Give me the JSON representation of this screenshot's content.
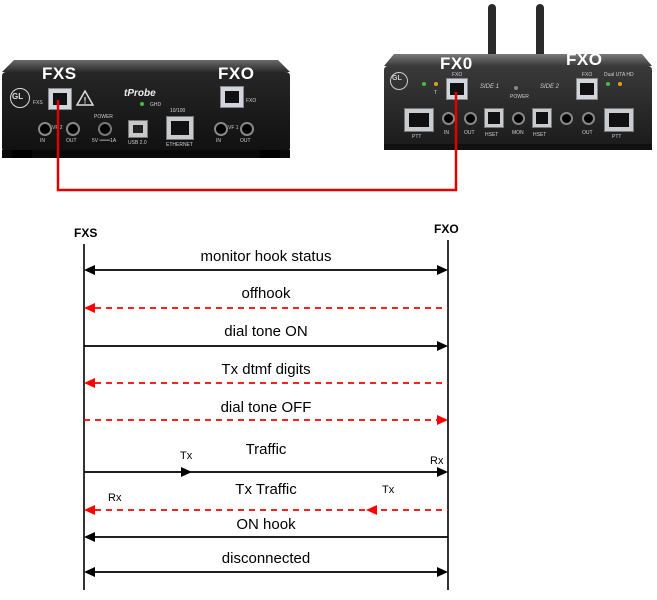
{
  "device_left": {
    "label_fxs": "FXS",
    "label_fxo": "FXO",
    "logo": "GL",
    "brand": "tProbe",
    "sub_brand": "GHD",
    "ports": {
      "fxs": "FXS",
      "fxo": "FXO",
      "power": "POWER",
      "power_rating": "5V ═══1A",
      "eth_speed": "10/100",
      "usb": "USB 2.0",
      "ethernet": "ETHERNET",
      "in1": "IN",
      "out1": "OUT",
      "vf2": "VF 2",
      "in2": "IN",
      "out2": "OUT",
      "vf1": "VF 1"
    }
  },
  "device_right": {
    "label_fxo_a": "FX0",
    "label_fxo_b": "FXO",
    "logo": "GL",
    "ports": {
      "fxo_left": "FXO",
      "fxo_right": "FXO",
      "side1": "SIDE 1",
      "side2": "SIDE 2",
      "power": "POWER",
      "model": "Dual UTA HD",
      "ptt_left": "PTT",
      "ptt_right": "PTT",
      "hset1": "HSET",
      "hset2": "HSET",
      "in": "IN",
      "out1": "OUT",
      "mon": "MON",
      "out2": "OUT",
      "t": "T"
    }
  },
  "sequence": {
    "left_participant": "FXS",
    "right_participant": "FXO",
    "messages": [
      {
        "label": "monitor hook status",
        "direction": "both",
        "style": "solid",
        "color": "#000000"
      },
      {
        "label": "offhook",
        "direction": "left",
        "style": "dashed",
        "color": "#ff0000"
      },
      {
        "label": "dial tone ON",
        "direction": "right",
        "style": "solid",
        "color": "#000000"
      },
      {
        "label": "Tx dtmf digits",
        "direction": "left",
        "style": "dashed",
        "color": "#ff0000"
      },
      {
        "label": "dial tone OFF",
        "direction": "right",
        "style": "dashed",
        "color": "#ff0000"
      },
      {
        "label": "Traffic",
        "direction": "right",
        "style": "solid",
        "color": "#000000",
        "tx": "Tx",
        "rx": "Rx"
      },
      {
        "label": "Tx Traffic",
        "direction": "left",
        "style": "dashed",
        "color": "#ff0000",
        "tx": "Tx",
        "rx": "Rx"
      },
      {
        "label": "ON hook",
        "direction": "left",
        "style": "solid",
        "color": "#000000"
      },
      {
        "label": "disconnected",
        "direction": "both",
        "style": "solid",
        "color": "#000000"
      }
    ]
  },
  "colors": {
    "device_body": "#1a1a1a",
    "cable": "#e00000",
    "dashed_arrow": "#ff0000",
    "solid_arrow": "#000000"
  }
}
